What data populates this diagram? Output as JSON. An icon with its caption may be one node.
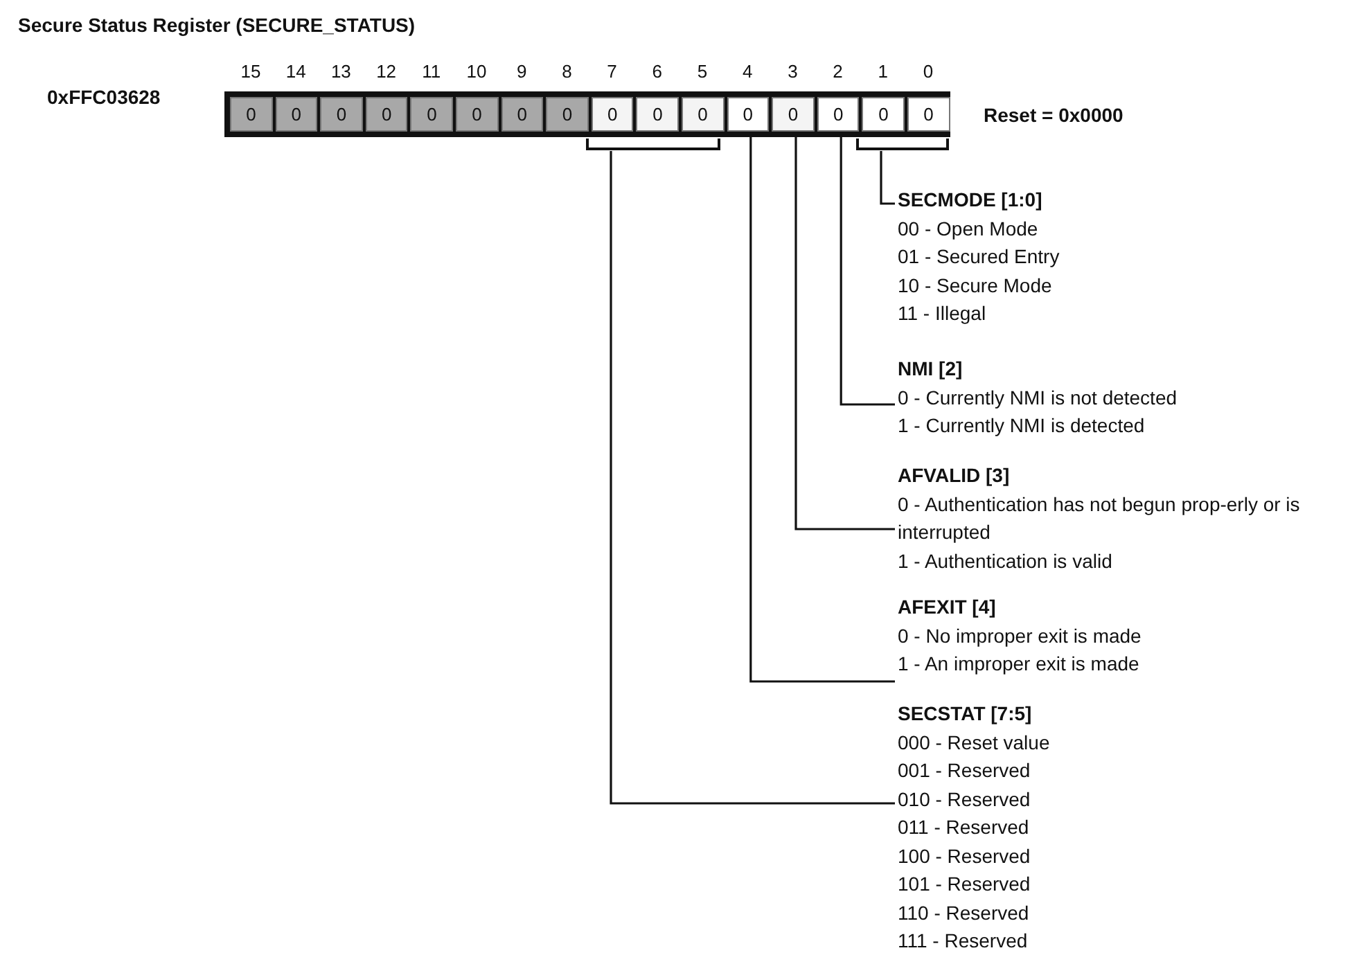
{
  "diagram": {
    "title": "Secure Status Register (SECURE_STATUS)",
    "nodes": [
      {
        "text": [],
        "shape": "box",
        "beside": [
          "0xFFC03628",
          "Reset = 0x0000"
        ]
      },
      {
        "text": [
          "0"
        ],
        "in": 0,
        "beside": [
          "15"
        ]
      },
      {
        "text": [
          "0"
        ],
        "in": 0,
        "beside": [
          "14"
        ]
      },
      {
        "text": [
          "0"
        ],
        "in": 0,
        "beside": [
          "13"
        ]
      },
      {
        "text": [
          "0"
        ],
        "in": 0,
        "beside": [
          "12"
        ]
      },
      {
        "text": [
          "0"
        ],
        "in": 0,
        "beside": [
          "11"
        ]
      },
      {
        "text": [
          "0"
        ],
        "in": 0,
        "beside": [
          "10"
        ]
      },
      {
        "text": [
          "0"
        ],
        "in": 0,
        "beside": [
          "9"
        ]
      },
      {
        "text": [
          "0"
        ],
        "in": 0,
        "beside": [
          "8"
        ]
      },
      {
        "text": [
          "0"
        ],
        "in": 0,
        "beside": [
          "7"
        ]
      },
      {
        "text": [
          "0"
        ],
        "in": 0,
        "beside": [
          "6"
        ]
      },
      {
        "text": [
          "0"
        ],
        "in": 0,
        "beside": [
          "5"
        ]
      },
      {
        "text": [
          "0"
        ],
        "in": 0,
        "beside": [
          "4"
        ]
      },
      {
        "text": [
          "0"
        ],
        "in": 0,
        "beside": [
          "3"
        ]
      },
      {
        "text": [
          "0"
        ],
        "in": 0,
        "beside": [
          "2"
        ]
      },
      {
        "text": [
          "0"
        ],
        "in": 0,
        "beside": [
          "1"
        ]
      },
      {
        "text": [
          "0"
        ],
        "in": 0,
        "beside": [
          "0"
        ]
      },
      {
        "text": [],
        "shape": "bracket"
      },
      {
        "text": [],
        "shape": "bracket"
      },
      {
        "text": [
          "SECMODE [1:0]",
          "00 - Open Mode",
          "01 - Secured Entry",
          "10 - Secure Mode",
          "11 - Illegal"
        ]
      },
      {
        "text": [
          "NMI [2]",
          "0 - Currently NMI is not detected",
          "1 - Currently NMI is detected"
        ]
      },
      {
        "text": [
          "AFVALID [3]",
          "0 - Authentication has not begun prop-erly or is interrupted",
          "1 - Authentication is valid"
        ]
      },
      {
        "text": [
          "AFEXIT [4]",
          "0 - No improper exit is made",
          "1 - An improper exit is made"
        ]
      },
      {
        "text": [
          "SECSTAT [7:5]",
          "000 - Reset value",
          "001 - Reserved",
          "010 - Reserved",
          "011 - Reserved",
          "100 - Reserved",
          "101 - Reserved",
          "110 - Reserved",
          "111 - Reserved"
        ]
      }
    ],
    "edges": [
      {
        "from": 19,
        "to": 18,
        "arrow": "none"
      },
      {
        "from": 20,
        "to": 14,
        "arrow": "none"
      },
      {
        "from": 21,
        "to": 13,
        "arrow": "none"
      },
      {
        "from": 22,
        "to": 12,
        "arrow": "none"
      },
      {
        "from": 23,
        "to": 17,
        "arrow": "none"
      }
    ]
  }
}
